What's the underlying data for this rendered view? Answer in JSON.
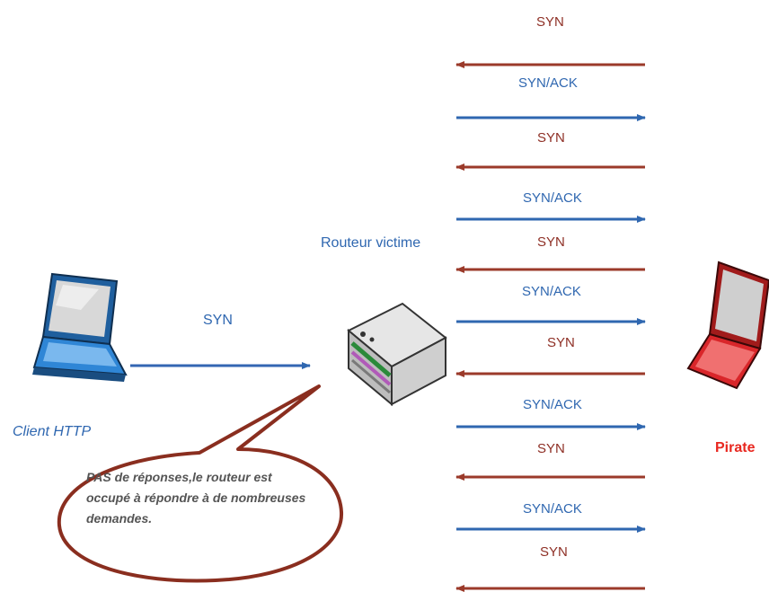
{
  "colors": {
    "syn": "#9b3a2a",
    "synack": "#2f67b0",
    "client_arrow": "#3366b3",
    "label_blue": "#2f67b0",
    "label_red": "#8e2f25",
    "pirate_text": "#e8271f",
    "client_laptop": "#2f86d6",
    "pirate_laptop": "#d9262a",
    "bubble_stroke": "#8a2e1f"
  },
  "icons": {
    "client": "laptop-icon",
    "router": "router-icon",
    "pirate": "laptop-icon"
  },
  "labels": {
    "client": "Client HTTP",
    "router": "Routeur victime",
    "pirate": "Pirate",
    "client_syn": "SYN",
    "bubble": "PAS de réponses,le routeur est\noccupé à répondre à de nombreuses\ndemandes."
  },
  "exchanges": [
    {
      "type": "SYN",
      "direction": "left"
    },
    {
      "type": "SYN/ACK",
      "direction": "right"
    },
    {
      "type": "SYN",
      "direction": "left"
    },
    {
      "type": "SYN/ACK",
      "direction": "right"
    },
    {
      "type": "SYN",
      "direction": "left"
    },
    {
      "type": "SYN/ACK",
      "direction": "right"
    },
    {
      "type": "SYN",
      "direction": "left"
    },
    {
      "type": "SYN/ACK",
      "direction": "right"
    },
    {
      "type": "SYN",
      "direction": "left"
    },
    {
      "type": "SYN/ACK",
      "direction": "right"
    },
    {
      "type": "SYN",
      "direction": "left"
    }
  ]
}
